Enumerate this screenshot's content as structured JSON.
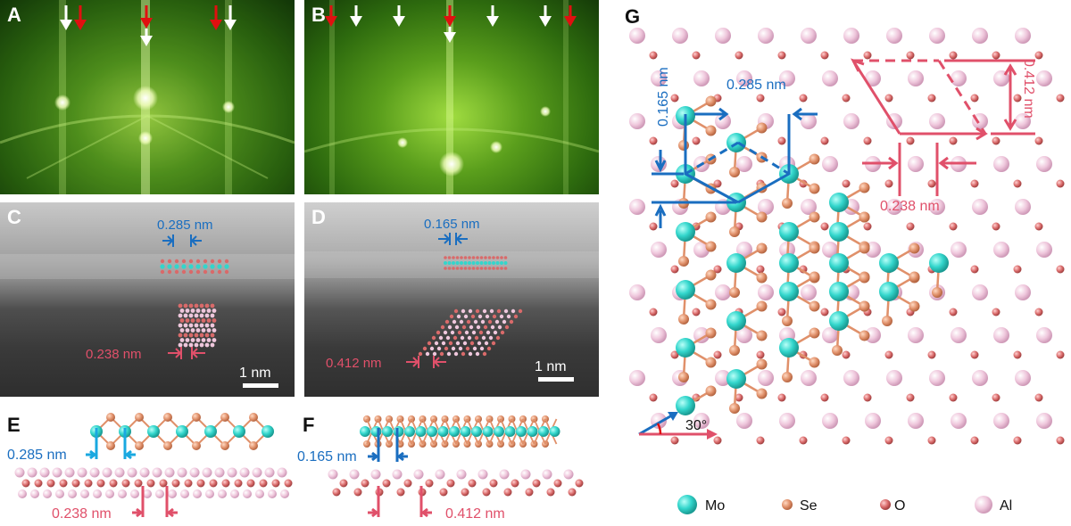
{
  "panels": {
    "A": {
      "label": "A"
    },
    "B": {
      "label": "B"
    },
    "C": {
      "label": "C",
      "upper_spacing": "0.285 nm",
      "lower_spacing": "0.238 nm",
      "scale_bar": "1 nm"
    },
    "D": {
      "label": "D",
      "upper_spacing": "0.165 nm",
      "lower_spacing": "0.412 nm",
      "scale_bar": "1 nm"
    },
    "E": {
      "label": "E",
      "upper_spacing": "0.285 nm",
      "lower_spacing": "0.238 nm"
    },
    "F": {
      "label": "F",
      "upper_spacing": "0.165 nm",
      "lower_spacing": "0.412 nm"
    },
    "G": {
      "label": "G",
      "mo_spacing_horizontal": "0.285 nm",
      "mo_spacing_vertical": "0.165 nm",
      "al_spacing_horizontal": "0.238 nm",
      "al_spacing_vertical": "0.412 nm",
      "angle": "30°"
    }
  },
  "legend": [
    {
      "symbol": "Mo",
      "color": "#33d6cc"
    },
    {
      "symbol": "Se",
      "color": "#e0906a"
    },
    {
      "symbol": "O",
      "color": "#d96a6a"
    },
    {
      "symbol": "Al",
      "color": "#efc7dc"
    }
  ],
  "colors": {
    "blue": "#1a6ec0",
    "red": "#e0506a",
    "mo": "#33d6cc",
    "se": "#e0906a",
    "o": "#d96a6a",
    "al": "#efc7dc"
  }
}
